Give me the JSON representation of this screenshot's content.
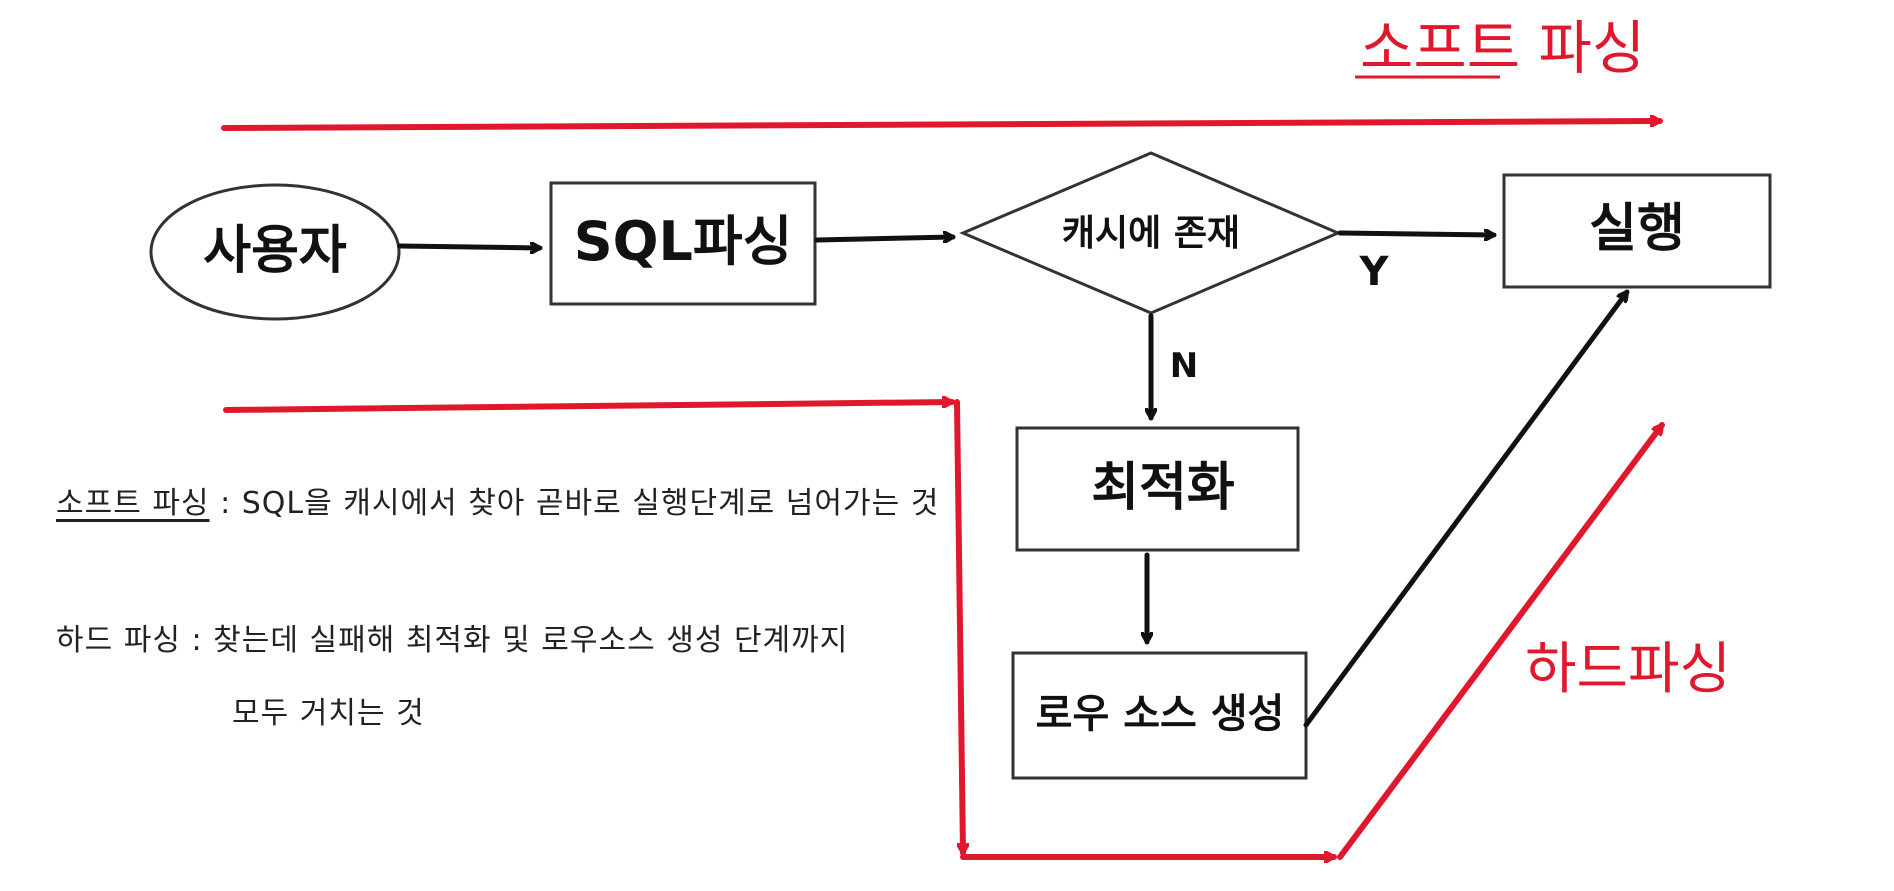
{
  "colors": {
    "ink": "#111111",
    "accent_red": "#e0182d",
    "box_stroke": "#333333"
  },
  "diagram": {
    "soft_parsing_title": "소프트 파싱",
    "hard_parsing_title": "하드파싱",
    "nodes": {
      "user": "사용자",
      "sql_parsing": "SQL파싱",
      "cache_check": "캐시에 존재",
      "execute": "실행",
      "optimize": "최적화",
      "row_source": "로우 소스 생성"
    },
    "edge_labels": {
      "yes": "Y",
      "no": "N"
    }
  },
  "notes": {
    "soft": {
      "term": "소프트 파싱",
      "separator": ":",
      "text": "SQL을 캐시에서 찾아 곧바로 실행단계로 넘어가는 것"
    },
    "hard": {
      "term": "하드 파싱",
      "separator": ":",
      "text_line1": "찾는데 실패해 최적화 및 로우소스 생성 단계까지",
      "text_line2": "모두 거치는 것"
    }
  }
}
